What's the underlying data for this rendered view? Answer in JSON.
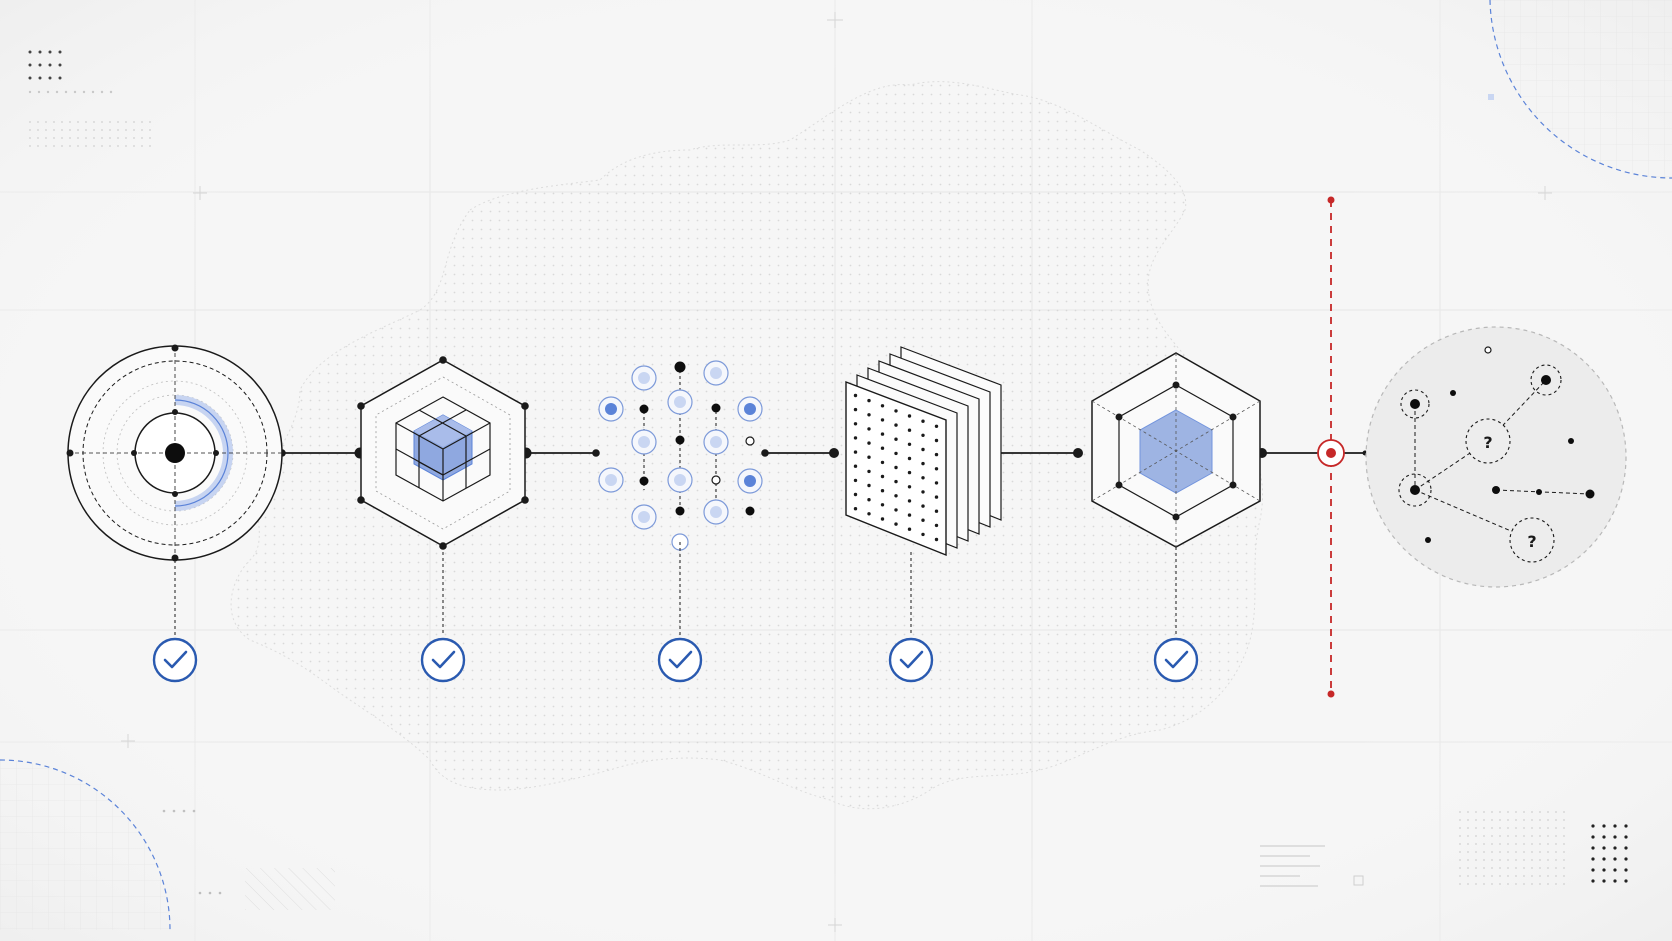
{
  "colors": {
    "background": "#f6f6f6",
    "line": "#1a1a1a",
    "accent_blue": "#2a5ab0",
    "fill_blue": "#8fa8e0",
    "alert_red": "#c62828",
    "grid": "#e6e6e6",
    "map_dots": "#d2d2d2"
  },
  "pipeline": {
    "stages": [
      {
        "name": "target-rings",
        "icon": "target-icon",
        "status": "check-icon"
      },
      {
        "name": "hexagon-cube-lattice",
        "icon": "cube-lattice-icon",
        "status": "check-icon"
      },
      {
        "name": "node-grid-network",
        "icon": "node-grid-icon",
        "status": "check-icon"
      },
      {
        "name": "layered-sheets",
        "icon": "layers-icon",
        "status": "check-icon"
      },
      {
        "name": "hexagon-core",
        "icon": "hexagon-core-icon",
        "status": "check-icon"
      }
    ],
    "barrier": {
      "name": "red-cutoff-line",
      "color": "#c62828"
    },
    "unknown_cluster": {
      "name": "unknown-network",
      "labels": [
        "?",
        "?"
      ]
    }
  }
}
